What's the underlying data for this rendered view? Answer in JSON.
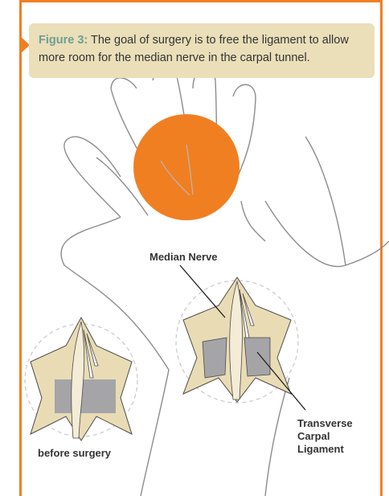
{
  "figure": {
    "caption_label": "Figure 3:",
    "caption_text": "The goal of surgery is to free the ligament to allow more room for the median nerve in the carpal tunnel."
  },
  "labels": {
    "median_nerve": "Median Nerve",
    "before_surgery": "before surgery",
    "ligament_line1": "Transverse",
    "ligament_line2": "Carpal",
    "ligament_line3": "Ligament"
  },
  "colors": {
    "accent": "#f07f22",
    "caption_bg": "#eadfb9",
    "caption_label": "#6e9e92",
    "tissue": "#e9dcb5",
    "tissue_light": "#f4ecd6",
    "ligament": "#a5a5a8",
    "outline": "#8c8c8c"
  }
}
